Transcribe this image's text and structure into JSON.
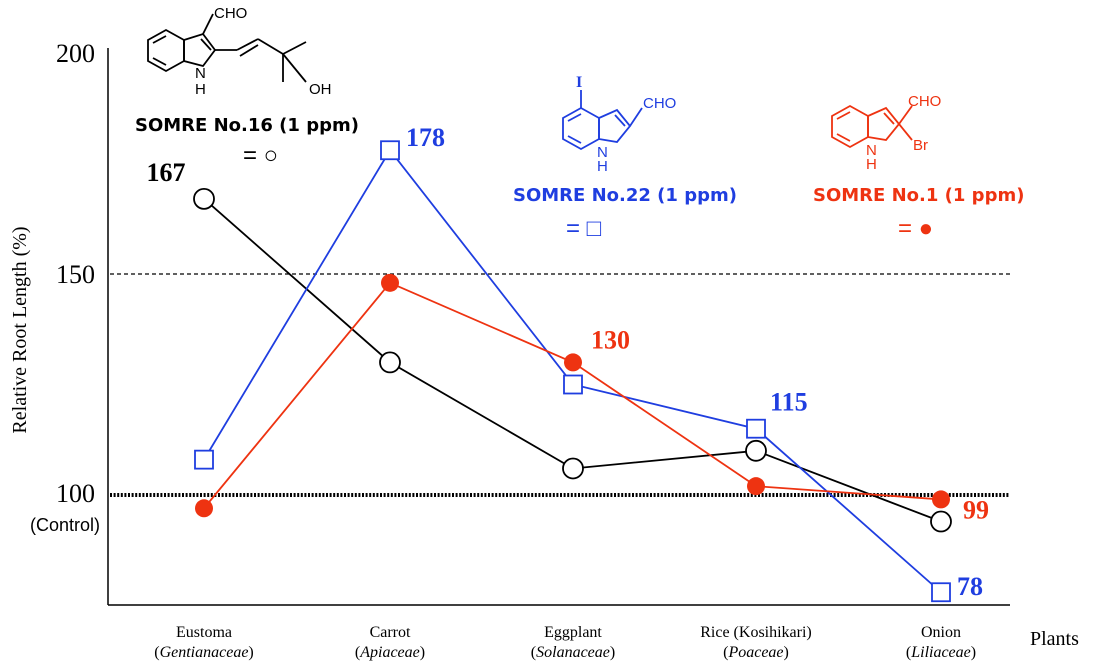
{
  "chart_data": {
    "type": "line",
    "ylabel": "Relative Root Length (%)",
    "xlabel": "Plants",
    "ylim": [
      75,
      200
    ],
    "yticks": [
      {
        "value": 200,
        "label": "200"
      },
      {
        "value": 150,
        "label": "150"
      },
      {
        "value": 100,
        "label": "100",
        "sublabel": "(Control)"
      }
    ],
    "reference_lines": [
      150,
      100
    ],
    "categories": [
      {
        "name": "Eustoma",
        "family": "Gentianaceae"
      },
      {
        "name": "Carrot",
        "family": "Apiaceae"
      },
      {
        "name": "Eggplant",
        "family": "Solanaceae"
      },
      {
        "name": "Rice (Kosihikari)",
        "family": "Poaceae"
      },
      {
        "name": "Onion",
        "family": "Liliaceae"
      }
    ],
    "series": [
      {
        "name": "SOMRE No.16 (1 ppm)",
        "marker": "open-circle",
        "marker_text": "= ○",
        "color": "#000000",
        "values": [
          167,
          130,
          106,
          110,
          94
        ],
        "labels": [
          {
            "index": 0,
            "text": "167"
          }
        ]
      },
      {
        "name": "SOMRE No.22 (1 ppm)",
        "marker": "open-square",
        "marker_text": "= □",
        "color": "#1f3ee0",
        "values": [
          108,
          178,
          125,
          115,
          78
        ],
        "labels": [
          {
            "index": 1,
            "text": "178"
          },
          {
            "index": 3,
            "text": "115"
          },
          {
            "index": 4,
            "text": "78"
          }
        ]
      },
      {
        "name": "SOMRE No.1 (1 ppm)",
        "marker": "filled-circle",
        "marker_text": "= ●",
        "color": "#ee3311",
        "values": [
          97,
          148,
          130,
          102,
          99
        ],
        "labels": [
          {
            "index": 2,
            "text": "130"
          },
          {
            "index": 4,
            "text": "99"
          }
        ]
      }
    ],
    "structures": [
      {
        "atoms": [
          "CHO",
          "N",
          "H",
          "OH"
        ]
      },
      {
        "atoms": [
          "I",
          "CHO",
          "N",
          "H"
        ]
      },
      {
        "atoms": [
          "CHO",
          "N",
          "H",
          "Br"
        ]
      }
    ]
  }
}
